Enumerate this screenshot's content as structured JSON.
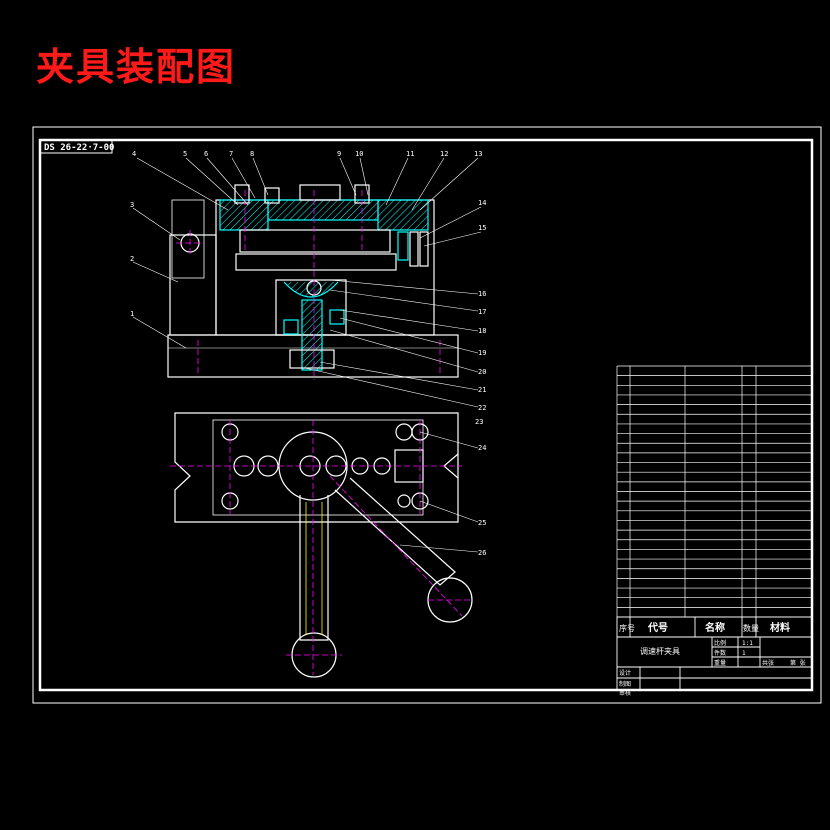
{
  "title": "夹具装配图",
  "drawing_no": "DS 26-22·7-00",
  "part_numbers": [
    "1",
    "2",
    "3",
    "4",
    "5",
    "6",
    "7",
    "8",
    "9",
    "10",
    "11",
    "12",
    "13",
    "14",
    "15",
    "16",
    "17",
    "18",
    "19",
    "20",
    "21",
    "22",
    "23",
    "24",
    "25",
    "26"
  ],
  "header": {
    "seq": "序号",
    "code": "代号",
    "name": "名称",
    "qty": "数量",
    "material": "材料"
  },
  "title_block": {
    "product_name": "调速杆夹具",
    "scale_label": "比例",
    "scale_value": "1:1",
    "pieces_label": "件数",
    "pieces_value": "1",
    "weight_label": "重量",
    "total_label": "共张",
    "sheet_label": "第 张",
    "designer": "设计",
    "drafter": "制图",
    "checker": "审核"
  },
  "colors": {
    "title": "#ff1a1a",
    "lines": "#ffffff",
    "hatch": "#00ffff",
    "center": "#ff00ff",
    "dim": "#ffff00"
  }
}
